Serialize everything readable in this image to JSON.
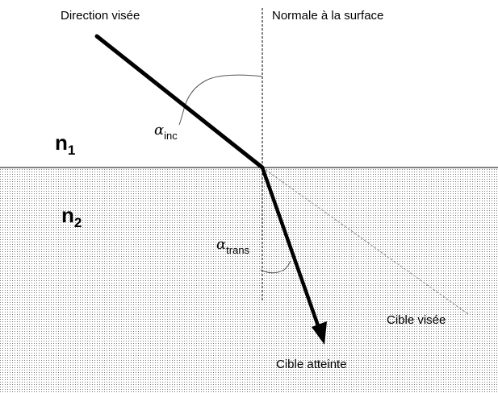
{
  "labels": {
    "aimed_direction": "Direction visée",
    "surface_normal": "Normale à la surface",
    "aimed_target": "Cible visée",
    "reached_target": "Cible atteinte"
  },
  "media": {
    "upper": {
      "symbol": "n",
      "subscript": "1"
    },
    "lower": {
      "symbol": "n",
      "subscript": "2"
    }
  },
  "angles": {
    "incidence": {
      "symbol": "α",
      "subscript": "inc"
    },
    "transmission": {
      "symbol": "α",
      "subscript": "trans"
    }
  },
  "colors": {
    "ink": "#000000",
    "rays": "#000000",
    "dotted_medium": "#777777",
    "projection_line": "#888888"
  }
}
